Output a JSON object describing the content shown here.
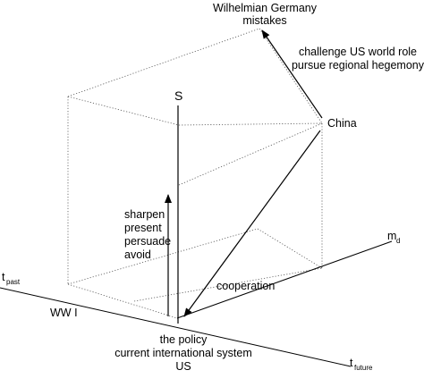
{
  "diagram": {
    "top_label_line1": "Wilhelmian Germany",
    "top_label_line2": "mistakes",
    "challenge_line1": "challenge US world role",
    "challenge_line2": "pursue regional hegemony",
    "china": "China",
    "s_axis": "S",
    "sharpen": [
      "sharpen",
      "present",
      "persuade",
      "avoid"
    ],
    "m_axis": "m",
    "m_axis_sub": "d",
    "t_past": "t",
    "t_past_sub": "past",
    "t_future": "t",
    "t_future_sub": "future",
    "ww1": "WW I",
    "cooperation": "cooperation",
    "bottom_line1": "the policy",
    "bottom_line2": "current international system",
    "bottom_line3": "US"
  }
}
